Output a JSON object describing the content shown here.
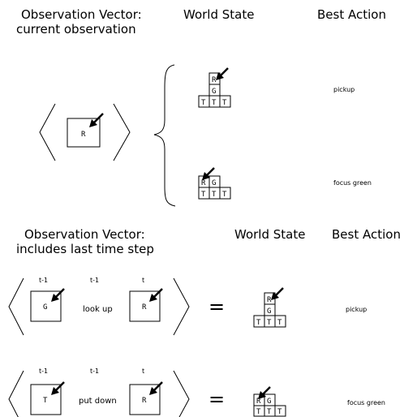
{
  "top": {
    "header_obs_line1": "Observation Vector:",
    "header_obs_line2": "current observation",
    "header_world": "World State",
    "header_action": "Best Action",
    "observation_letter": "R",
    "states": [
      {
        "stack": {
          "top": "R",
          "middle": "G",
          "bottom": [
            "T",
            "T",
            "T"
          ]
        },
        "action": "pickup"
      },
      {
        "stack": {
          "left": "R",
          "right": "G",
          "bottom": [
            "T",
            "T",
            "T"
          ]
        },
        "action": "focus green"
      }
    ]
  },
  "bottom": {
    "header_obs_line1": "Observation Vector:",
    "header_obs_line2": "includes last time step",
    "header_world": "World State",
    "header_action": "Best Action",
    "rows": [
      {
        "label_prev": "t-1",
        "label_action": "t-1",
        "label_now": "t",
        "prev_obs": "G",
        "prev_action": "look up",
        "current_obs": "R",
        "equals": "=",
        "stack": {
          "top": "R",
          "middle": "G",
          "bottom": [
            "T",
            "T",
            "T"
          ]
        },
        "best_action": "pickup"
      },
      {
        "label_prev": "t-1",
        "label_action": "t-1",
        "label_now": "t",
        "prev_obs": "T",
        "prev_action": "put down",
        "current_obs": "R",
        "equals": "=",
        "stack": {
          "left": "R",
          "right": "G",
          "bottom": [
            "T",
            "T",
            "T"
          ]
        },
        "best_action": "focus green"
      }
    ]
  }
}
